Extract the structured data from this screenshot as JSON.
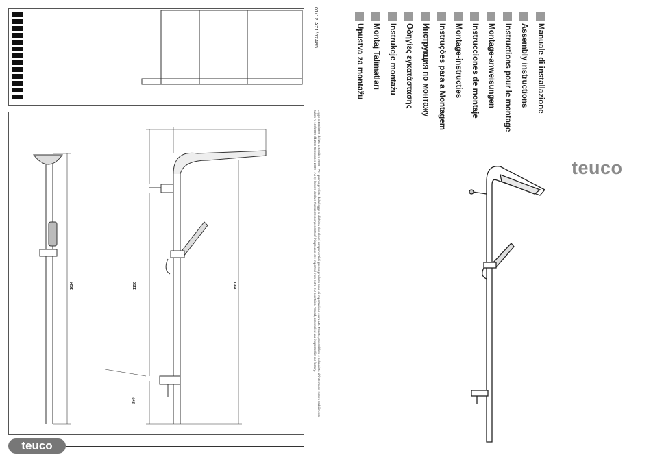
{
  "document": {
    "code": "01/12   A71/67485",
    "legal_line_1": "Legge n.166/2009 del 25 settembre 2009 - Per quanto previsto dalla legge si dichiara che alcuni componenti di questo prodotto sono di importazione extra UE. Testato, assemblato e collaudato all'interno del nostro stabilimento",
    "legal_line_2": "Italian n. 166/2009 dd.25th September 2009 - As by law we declare that some components of this product are imported from extra-EU countries. Tested, assembled and inspected in our factory."
  },
  "languages": [
    {
      "label": "Manuale di installazione"
    },
    {
      "label": "Assembly instructions"
    },
    {
      "label": "Instructions pour le montage"
    },
    {
      "label": "Montage-anweisungen"
    },
    {
      "label": "Instrucciones de montaje"
    },
    {
      "label": "Montage-instructies"
    },
    {
      "label": "Instruções para a Montagem"
    },
    {
      "label": "Инструкция по монтажу"
    },
    {
      "label": "Οδηγίες εγκατάστασης"
    },
    {
      "label": "Instrukcje montażu"
    },
    {
      "label": "Montaj Talimatları"
    },
    {
      "label": "Upustva za montažu"
    }
  ],
  "brand": {
    "logo_text": "teuco",
    "logo_color": "#8a8a8a"
  },
  "drawing": {
    "dimensions": [
      "1624",
      "1150",
      "1561",
      "250"
    ]
  },
  "colors": {
    "accent_square": "#9a9a9a",
    "line": "#333333"
  }
}
